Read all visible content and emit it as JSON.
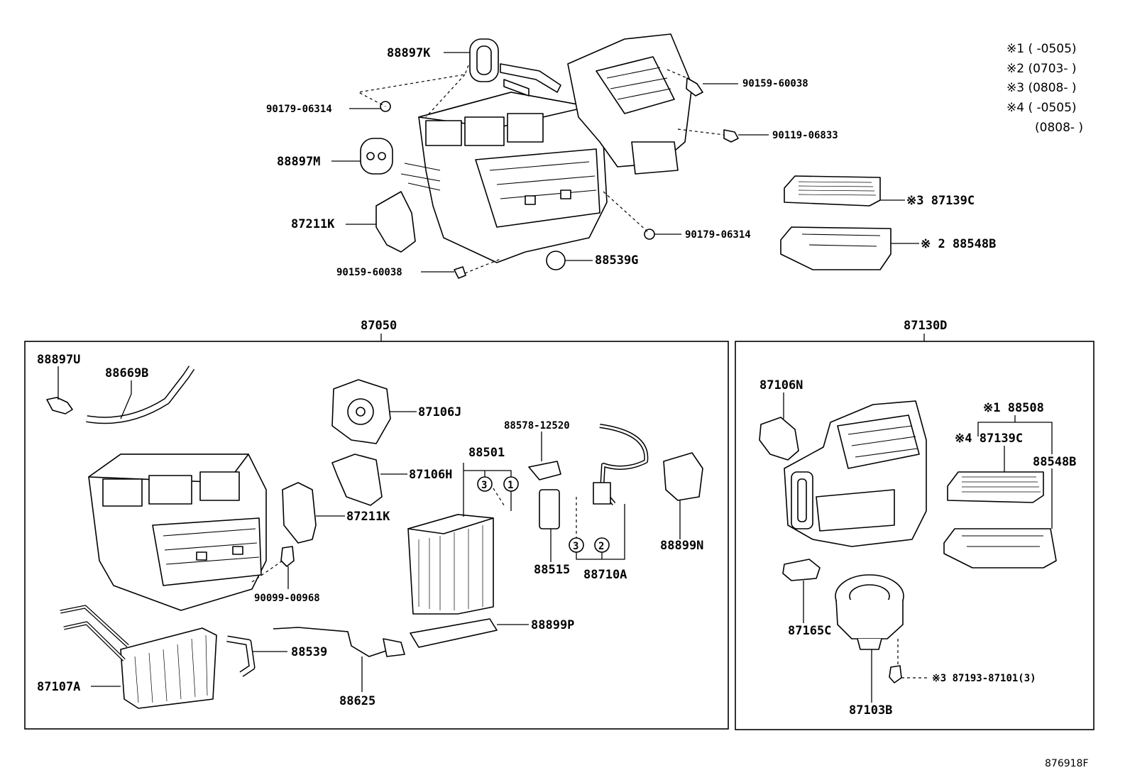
{
  "figure_id": "876918F",
  "notes": {
    "n1": "※1 (      -0505)",
    "n2": "※2 (0703-      )",
    "n3": "※3 (0808-      )",
    "n4": "※4 (      -0505)",
    "n4b": "(0808-      )"
  },
  "top": {
    "p88897K": "88897K",
    "p90179_06314_a": "90179-06314",
    "p88897M": "88897M",
    "p87211K": "87211K",
    "p90159_60038_a": "90159-60038",
    "p88539G": "88539G",
    "p90179_06314_b": "90179-06314",
    "p90119_06833": "90119-06833",
    "p90159_60038_b": "90159-60038",
    "p87139C": "※3 87139C",
    "p88548B": "※ 2 88548B"
  },
  "left_group": {
    "title": "87050",
    "p88897U": "88897U",
    "p88669B": "88669B",
    "p87106J": "87106J",
    "p87106H": "87106H",
    "p87211K": "87211K",
    "p90099_00968": "90099-00968",
    "p88501": "88501",
    "p88578_12520": "88578-12520",
    "p88899N": "88899N",
    "p88515": "88515",
    "p88710A": "88710A",
    "p88899P": "88899P",
    "p88539": "88539",
    "p88625": "88625",
    "p87107A": "87107A",
    "c1": "1",
    "c2": "2",
    "c3a": "3",
    "c3b": "3"
  },
  "right_group": {
    "title": "87130D",
    "p87106N": "87106N",
    "p88508": "※1 88508",
    "p87139C": "※4 87139C",
    "p88548B": "88548B",
    "p87165C": "87165C",
    "p87193": "※3 87193-87101(3)",
    "p87103B": "87103B"
  }
}
